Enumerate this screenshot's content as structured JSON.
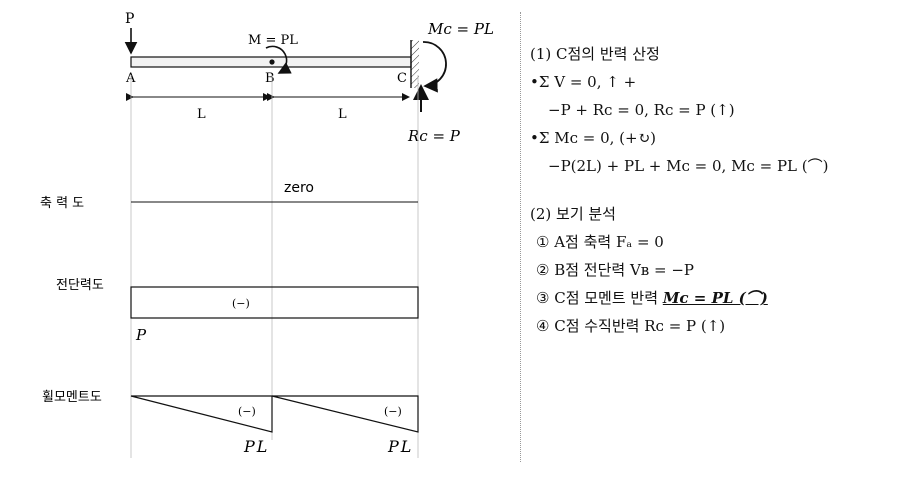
{
  "diagram": {
    "labels": {
      "P": "P",
      "M_B": "M = PL",
      "Mc": "Mᴄ = PL",
      "A": "A",
      "B": "B",
      "C": "C",
      "L1": "L",
      "L2": "L",
      "Rc": "Rᴄ = P",
      "zero": "zero",
      "neg_shear": "(−)",
      "neg_m1": "(−)",
      "neg_m2": "(−)",
      "P_shear": "P",
      "PL1": "PL",
      "PL2": "PL"
    },
    "row_labels": {
      "axial": "축 력 도",
      "shear": "전단력도",
      "moment": "휠모멘트도"
    }
  },
  "solution": {
    "s1_title": "(1) C점의 반력 산정",
    "s1_eq1": "•Σ V = 0,  ↑ +",
    "s1_eq1b": "−P + Rᴄ = 0,  Rᴄ = P (↑)",
    "s1_eq2": "•Σ Mᴄ = 0,  (+↻)",
    "s1_eq2b": "−P(2L) + PL + Mᴄ = 0,  Mᴄ = PL (⌒)",
    "s2_title": "(2) 보기 분석",
    "opt1": "① A점 축력  Fₐ = 0",
    "opt2": "② B점 전단력  Vʙ = −P",
    "opt3_pre": "③ C점 모멘트 반력 ",
    "opt3_ans": "Mᴄ = PL (⌒)",
    "opt4": "④ C점 수직반력  Rᴄ = P  (↑)"
  }
}
